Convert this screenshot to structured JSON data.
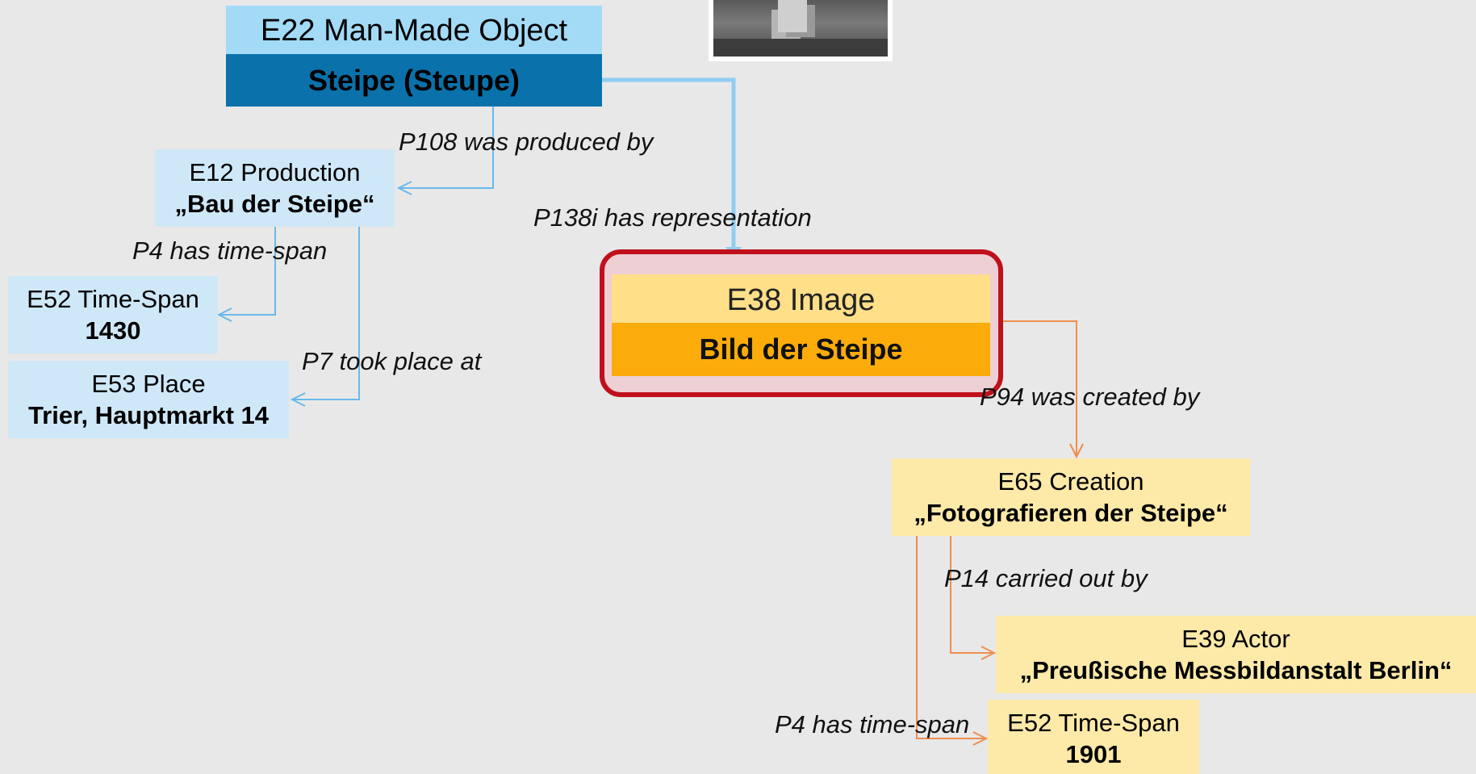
{
  "nodes": {
    "e22": {
      "class_label": "E22 Man-Made Object",
      "instance_label": "Steipe (Steupe)"
    },
    "e12": {
      "class_label": "E12 Production",
      "instance_label": "„Bau der Steipe“"
    },
    "e52a": {
      "class_label": "E52 Time-Span",
      "instance_label": "1430"
    },
    "e53": {
      "class_label": "E53 Place",
      "instance_label": "Trier, Hauptmarkt 14"
    },
    "e38": {
      "class_label": "E38 Image",
      "instance_label": "Bild der Steipe"
    },
    "e65": {
      "class_label": "E65 Creation",
      "instance_label": "„Fotografieren der Steipe“"
    },
    "e39": {
      "class_label": "E39 Actor",
      "instance_label": "„Preußische Messbildanstalt Berlin“"
    },
    "e52b": {
      "class_label": "E52 Time-Span",
      "instance_label": "1901"
    }
  },
  "edges": {
    "p108": "P108 was produced by",
    "p4a": "P4 has time-span",
    "p7": "P7 took place at",
    "p138i": "P138i has representation",
    "p94": "P94 was created by",
    "p14": "P14 carried out by",
    "p4b": "P4 has time-span"
  },
  "colors": {
    "blue_light": "#a3dbf7",
    "blue_dark": "#0a71ab",
    "blue_node": "#cfe8f8",
    "blue_line": "#6ab9ea",
    "yellow_light": "#ffdf88",
    "orange": "#fbab0a",
    "yellow_node": "#fde9a8",
    "orange_line": "#ee8e4e",
    "highlight_border": "#c0101c",
    "highlight_fill": "#eecfd4",
    "background": "#e8e8e8"
  },
  "photo": {
    "icon": "photo-thumbnail"
  }
}
